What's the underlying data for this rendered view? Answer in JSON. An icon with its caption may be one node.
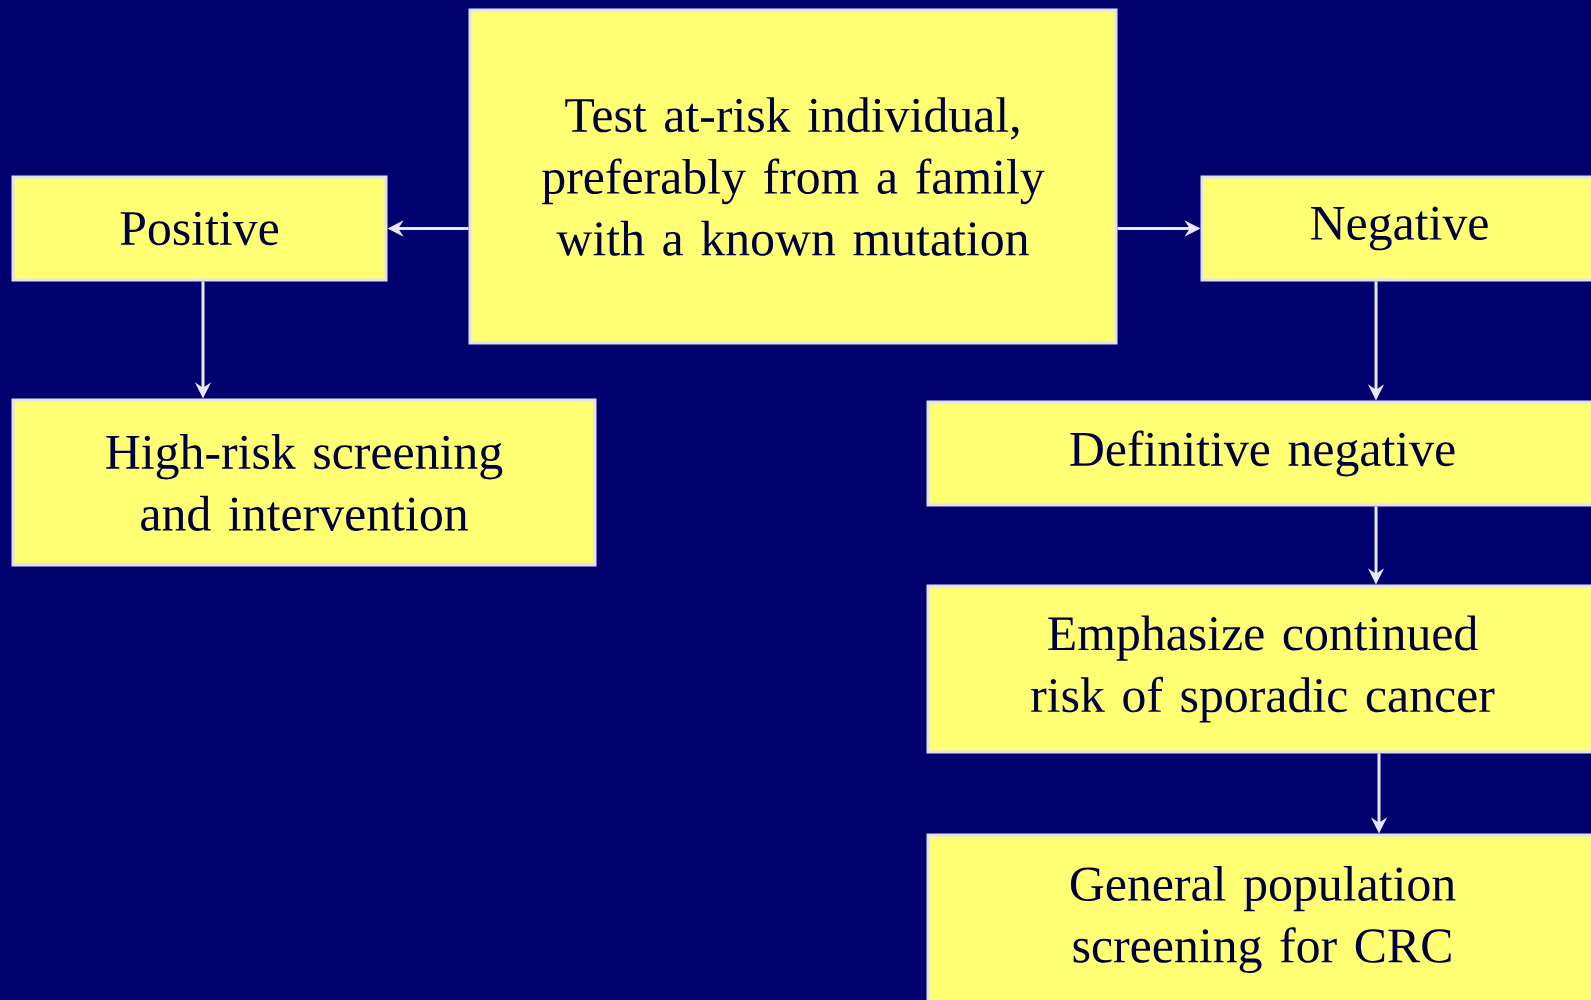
{
  "diagram": {
    "nodes": [
      {
        "text": [
          "Test at-risk individual, preferably from a family with a known mutation"
        ]
      },
      {
        "text": [
          "Positive"
        ]
      },
      {
        "text": [
          "Negative"
        ]
      },
      {
        "text": [
          "High-risk screening and intervention"
        ]
      },
      {
        "text": [
          "Definitive negative"
        ]
      },
      {
        "text": [
          "Emphasize continued risk of sporadic cancer"
        ]
      },
      {
        "text": [
          "General population screening for CRC"
        ]
      }
    ],
    "edges": [
      {
        "from": 0,
        "to": 1,
        "arrow": "to"
      },
      {
        "from": 0,
        "to": 2,
        "arrow": "to"
      },
      {
        "from": 1,
        "to": 3,
        "arrow": "to"
      },
      {
        "from": 2,
        "to": 4,
        "arrow": "to"
      },
      {
        "from": 4,
        "to": 5,
        "arrow": "to"
      },
      {
        "from": 5,
        "to": 6,
        "arrow": "to"
      }
    ]
  }
}
